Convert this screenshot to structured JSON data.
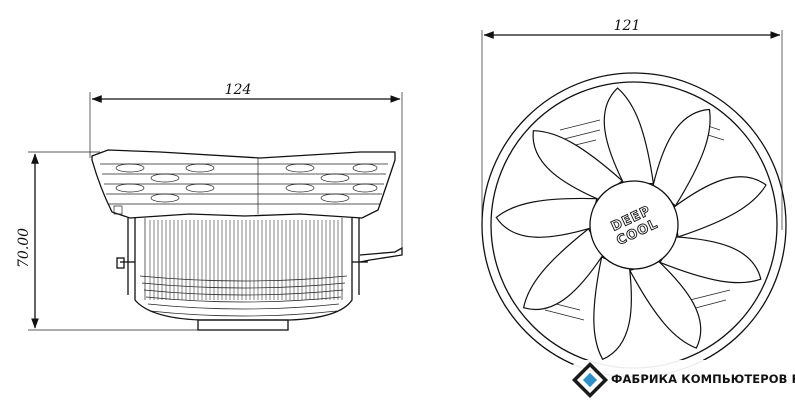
{
  "dimensions": {
    "side_width": "124",
    "side_height": "70.00",
    "top_width": "121"
  },
  "logo": {
    "line1": "DEEP",
    "line2": "COOL"
  },
  "watermark": {
    "text": "ФАБРИКА КОМПЬЮТЕРОВ FK.BY",
    "icon": "diamond-logo-icon"
  }
}
